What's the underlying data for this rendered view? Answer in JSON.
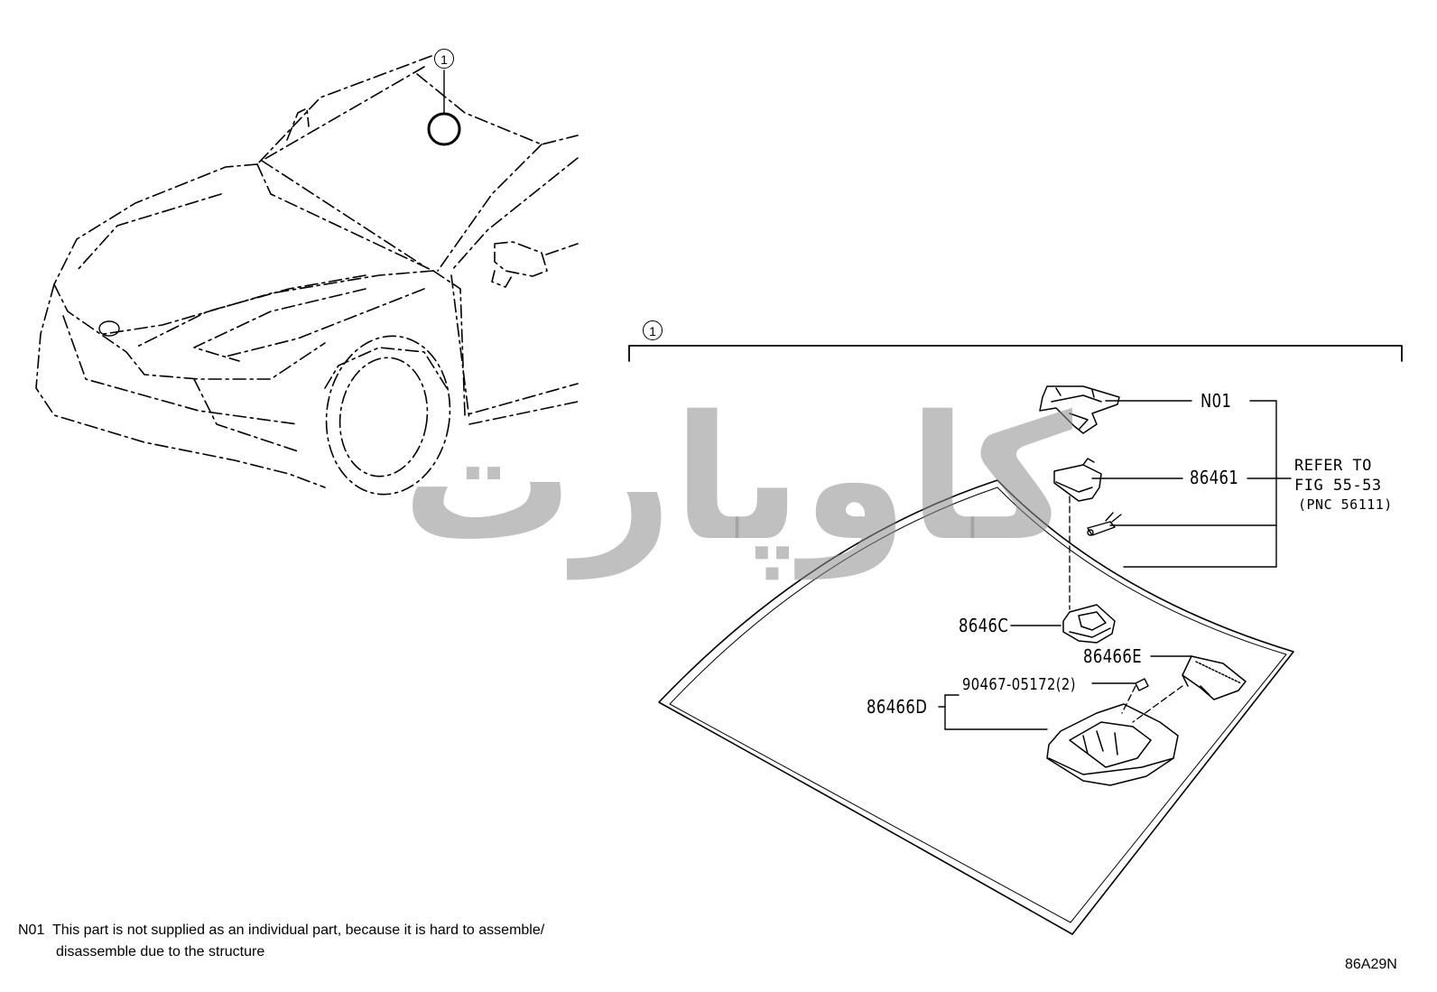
{
  "diagram": {
    "ref_marker": "1",
    "labels": {
      "n01": "N01",
      "p86461": "86461",
      "p8646c": "8646C",
      "p86466e": "86466E",
      "p86466d": "86466D",
      "p90467": "90467-05172(2)"
    },
    "refer": {
      "line1": "REFER TO",
      "line2": "FIG 55-53",
      "line3": "(PNC 56111)"
    },
    "footnote": {
      "code": "N01",
      "line1": "This part is not supplied as an individual part, because it is hard to assemble/",
      "line2": "disassemble due to the structure"
    },
    "diagram_id": "86A29N",
    "watermark": "کاوپارت"
  }
}
